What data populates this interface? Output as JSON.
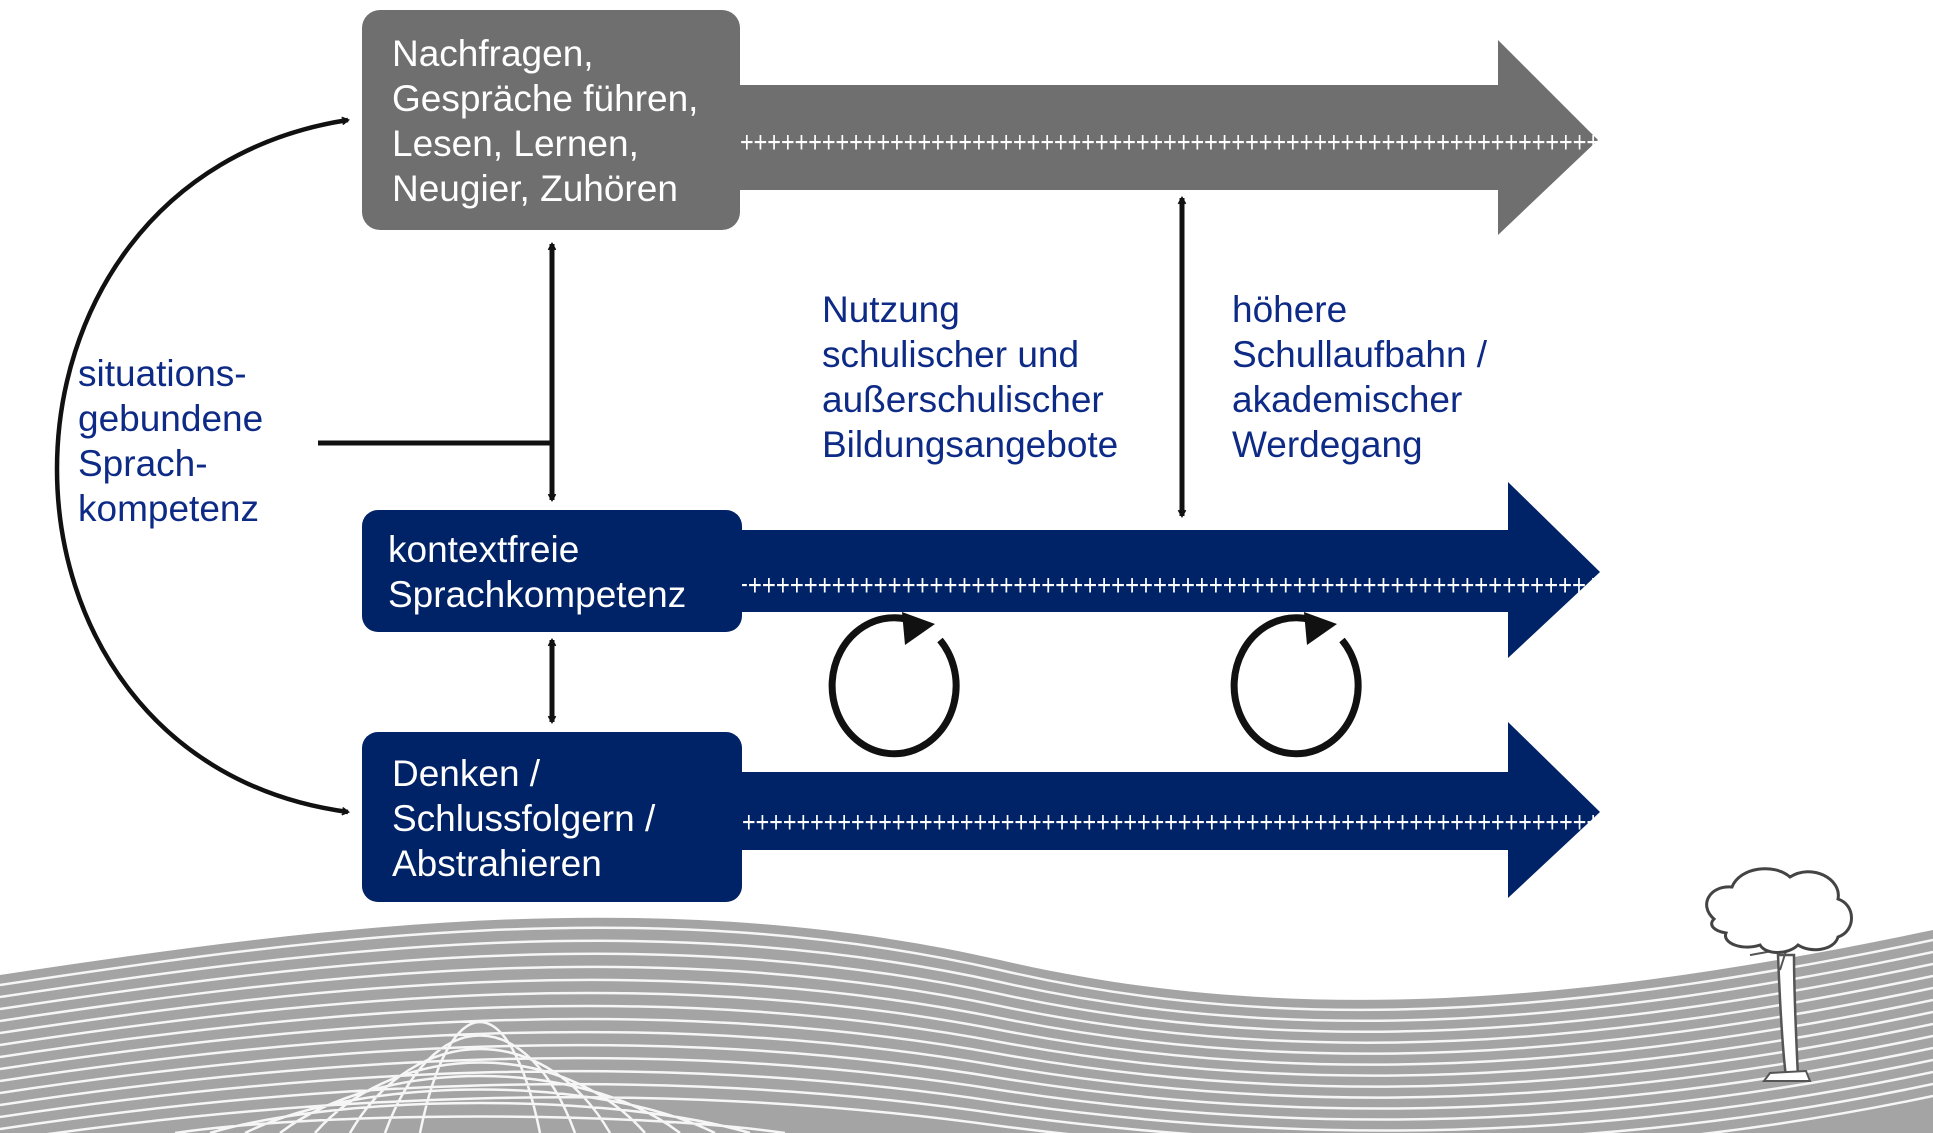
{
  "colors": {
    "gray_box": "#6f6f6f",
    "navy_box": "#002266",
    "blue_text": "#0d2a86",
    "arrow_black": "#111111",
    "landscape": "#a4a4a4"
  },
  "boxes": {
    "top": {
      "lines": [
        "Nachfragen,",
        "Gespräche führen,",
        "Lesen, Lernen,",
        "Neugier, Zuhören"
      ]
    },
    "middle": {
      "lines": [
        "kontextfreie",
        "Sprachkompetenz"
      ]
    },
    "bottom": {
      "lines": [
        "Denken /",
        "Schlussfolgern /",
        "Abstrahieren"
      ]
    }
  },
  "labels": {
    "left": [
      "situations-",
      "gebundene",
      "Sprach-",
      "kompetenz"
    ],
    "center": [
      "Nutzung",
      "schulischer und",
      "außerschulischer",
      "Bildungsangebote"
    ],
    "right": [
      "höhere",
      "Schullaufbahn /",
      "akademischer",
      "Werdegang"
    ]
  },
  "arrow_plus_text": "+++++++++++++++++++++++++++++++++++++++++++++++++++++++++++++++",
  "icons": [
    "cycle-arrow-icon",
    "double-arrow-icon",
    "tree-icon",
    "curved-arrow-icon"
  ]
}
